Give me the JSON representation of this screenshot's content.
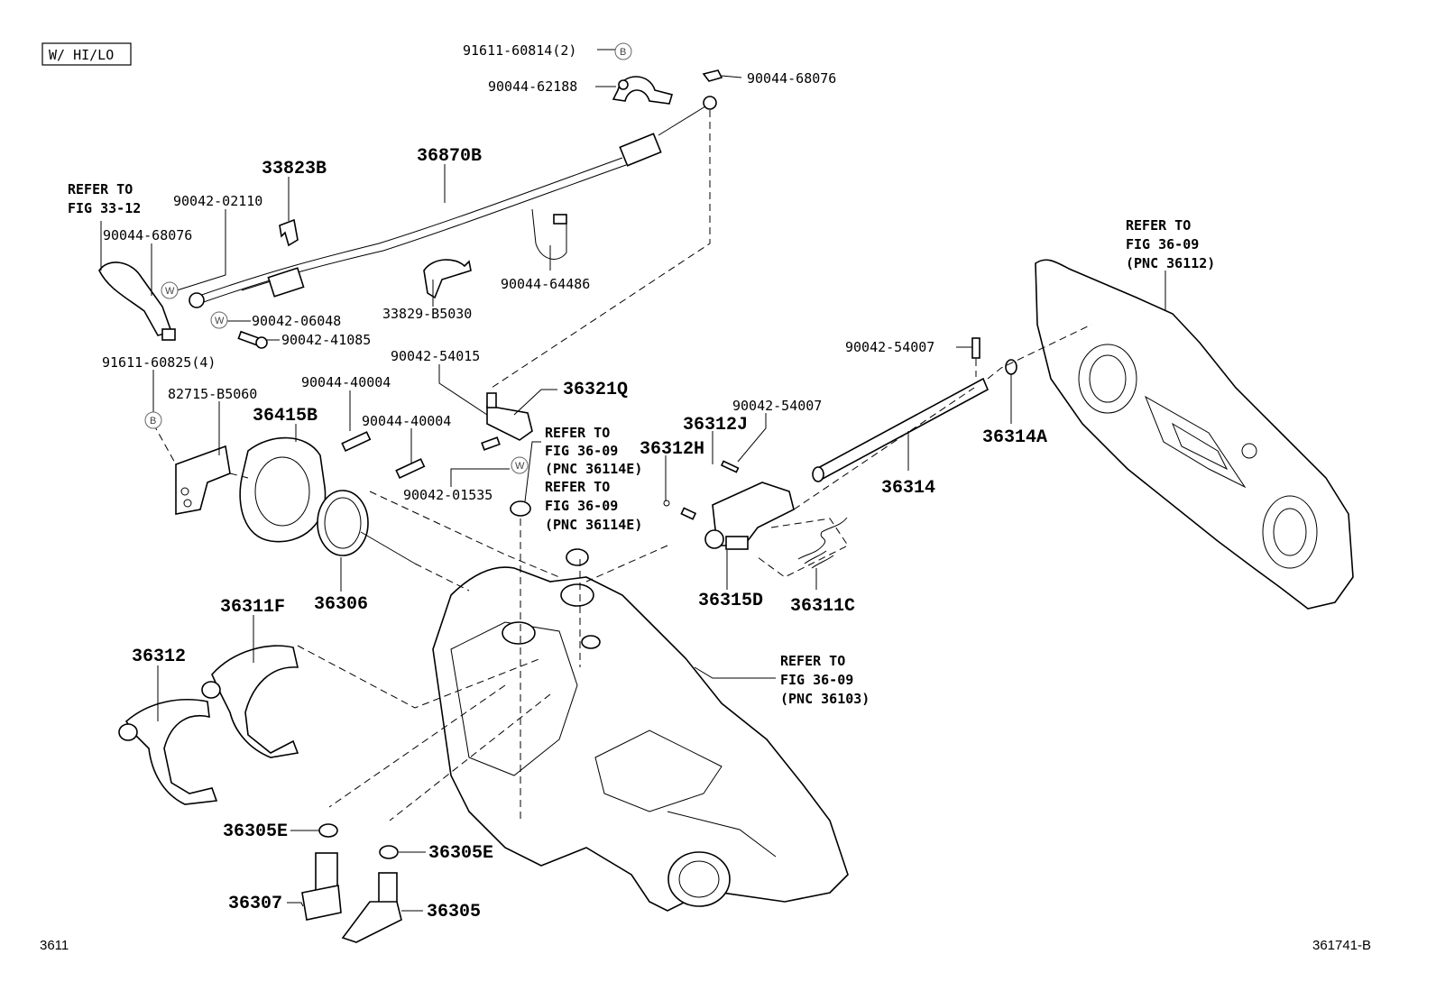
{
  "header": {
    "variant_box": "W/ HI/LO"
  },
  "footer": {
    "page_code": "3611",
    "figure_code": "361741-B"
  },
  "labels": {
    "p91611_60814": "91611-60814(2)",
    "p90044_62188": "90044-62188",
    "p90044_68076_top": "90044-68076",
    "p36870B": "36870B",
    "p33823B": "33823B",
    "ref_33_12_a": "REFER TO",
    "ref_33_12_b": "FIG 33-12",
    "p90042_02110": "90042-02110",
    "p90044_68076_left": "90044-68076",
    "p90044_64486": "90044-64486",
    "p33829_B5030": "33829-B5030",
    "p90042_06048": "90042-06048",
    "p90042_41085": "90042-41085",
    "p90042_54015": "90042-54015",
    "p36321Q": "36321Q",
    "p91611_60825": "91611-60825(4)",
    "p82715_B5060": "82715-B5060",
    "p90044_40004_a": "90044-40004",
    "p36415B": "36415B",
    "p90044_40004_b": "90044-40004",
    "ref_36114_a1": "REFER TO",
    "ref_36114_a2": "FIG 36-09",
    "ref_36114_a3": "(PNC 36114E)",
    "ref_36114_b1": "REFER TO",
    "ref_36114_b2": "FIG 36-09",
    "ref_36114_b3": "(PNC 36114E)",
    "p90042_01535": "90042-01535",
    "p36312J": "36312J",
    "p36312H": "36312H",
    "p90042_54007_mid": "90042-54007",
    "p90042_54007_top": "90042-54007",
    "p36314": "36314",
    "p36314A": "36314A",
    "ref_36112_1": "REFER TO",
    "ref_36112_2": "FIG 36-09",
    "ref_36112_3": "(PNC 36112)",
    "p36306": "36306",
    "p36315D": "36315D",
    "p36311C": "36311C",
    "p36311F": "36311F",
    "p36312": "36312",
    "ref_36103_1": "REFER TO",
    "ref_36103_2": "FIG 36-09",
    "ref_36103_3": "(PNC 36103)",
    "p36305E_left": "36305E",
    "p36305E_right": "36305E",
    "p36307": "36307",
    "p36305": "36305"
  },
  "markers": {
    "b": "B",
    "w": "W"
  },
  "colors": {
    "line": "#000000",
    "marker": "#666666",
    "background": "#ffffff"
  }
}
